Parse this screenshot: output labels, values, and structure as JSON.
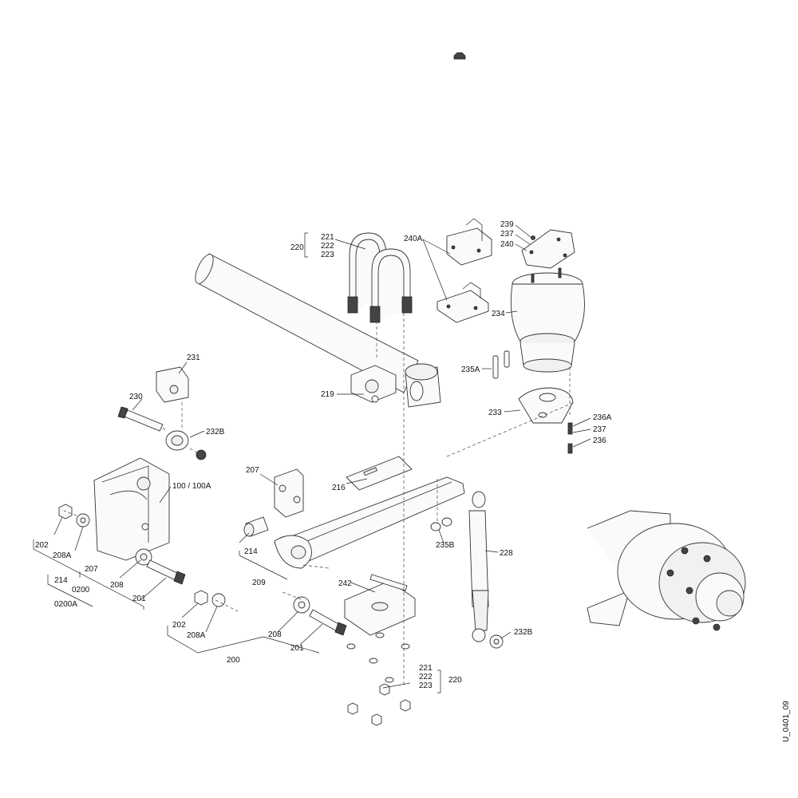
{
  "drawing_id": "U_0401_09",
  "callouts": {
    "c220_top": "220",
    "c221_top": "221",
    "c222_top": "222",
    "c223_top": "223",
    "c240A": "240A",
    "c239": "239",
    "c237_top": "237",
    "c240": "240",
    "c234": "234",
    "c235A": "235A",
    "c231": "231",
    "c219": "219",
    "c230": "230",
    "c232B_top": "232B",
    "c233": "233",
    "c236A": "236A",
    "c237_mid": "237",
    "c236": "236",
    "c207_mid": "207",
    "c216": "216",
    "c100": "100 / 100A",
    "c235B": "235B",
    "c228": "228",
    "c202_left": "202",
    "c208A_left": "208A",
    "c207_left": "207",
    "c214_mid": "214",
    "c208_left": "208",
    "c214_left": "214",
    "c0200": "0200",
    "c0200A": "0200A",
    "c201_left": "201",
    "c209": "209",
    "c242": "242",
    "c232B_bot": "232B",
    "c202_bot": "202",
    "c208A_bot": "208A",
    "c208_bot": "208",
    "c201_bot": "201",
    "c200": "200",
    "c221_bot": "221",
    "c222_bot": "222",
    "c223_bot": "223",
    "c220_bot": "220"
  }
}
